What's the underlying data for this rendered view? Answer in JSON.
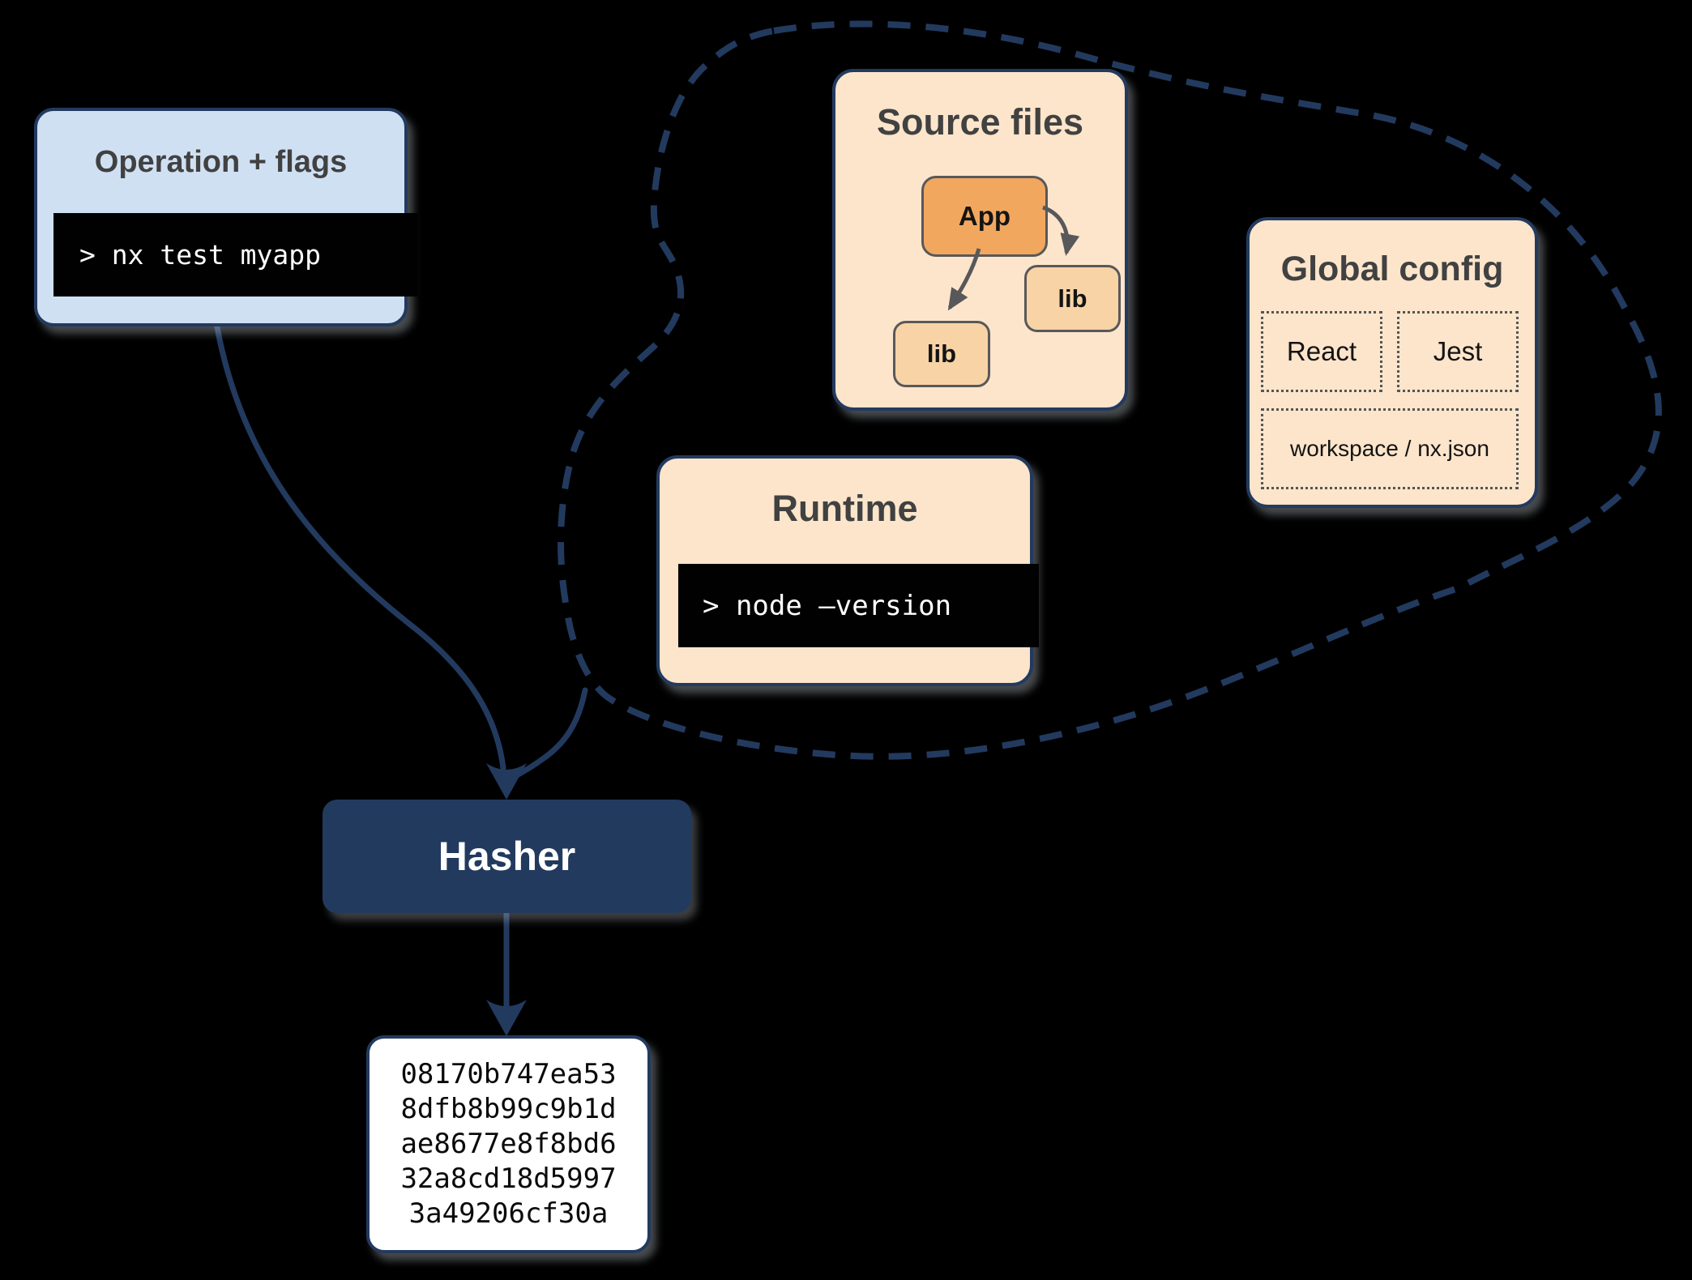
{
  "colors": {
    "navy": "#233a5f",
    "light_blue": "#d0e0f3",
    "peach": "#fce5cb",
    "orange": "#f2a75f",
    "light_orange": "#f8d3a6",
    "terminal_bg": "#010101",
    "terminal_text": "#ffffff",
    "title_gray": "#414141",
    "node_border_gray": "#58585a"
  },
  "operation_flags": {
    "title": "Operation + flags",
    "command": "> nx test myapp"
  },
  "source_files": {
    "title": "Source files",
    "app_label": "App",
    "lib_right_label": "lib",
    "lib_left_label": "lib"
  },
  "runtime": {
    "title": "Runtime",
    "command": "> node –version"
  },
  "global_config": {
    "title": "Global config",
    "items": [
      "React",
      "Jest"
    ],
    "workspace_label": "workspace / nx.json"
  },
  "hasher": {
    "label": "Hasher"
  },
  "hash_output": {
    "lines": [
      "08170b747ea53",
      "8dfb8b99c9b1d",
      "ae8677e8f8bd6",
      "32a8cd18d5997",
      "3a49206cf30a"
    ]
  }
}
